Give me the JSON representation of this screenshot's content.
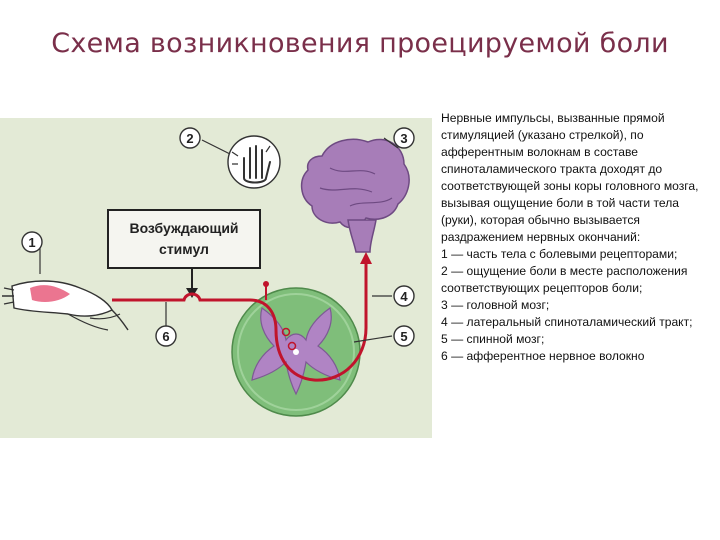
{
  "title": "Схема возникновения проецируемой боли",
  "figure": {
    "stimulus_line1": "Возбуждающий",
    "stimulus_line2": "стимул",
    "callouts": [
      "1",
      "2",
      "3",
      "4",
      "5",
      "6"
    ]
  },
  "caption": {
    "text": "Нервные импульсы, вызванные прямой стимуляцией (указано стрелкой), по афферентным волокнам в составе спиноталамического тракта доходят до соответствующей зоны коры головного мозга, вызывая ощущение боли в той части тела (руки), которая обычно вызывается раздражением нервных окончаний:\n1 — часть тела с болевыми рецепторами;\n2 — ощущение боли в месте расположения соответствующих рецепторов боли;\n3 — головной мозг;\n4 — латеральный спиноталамический тракт;\n5 — спинной мозг;\n6 — афферентное нервное волокно"
  },
  "colors": {
    "title": "#7a2f4a",
    "nerve": "#c0142c",
    "brain": "#a77db8",
    "cord_outer": "#7fbe7a",
    "gray_matter": "#b084c4",
    "panel": "#e3ead6"
  }
}
